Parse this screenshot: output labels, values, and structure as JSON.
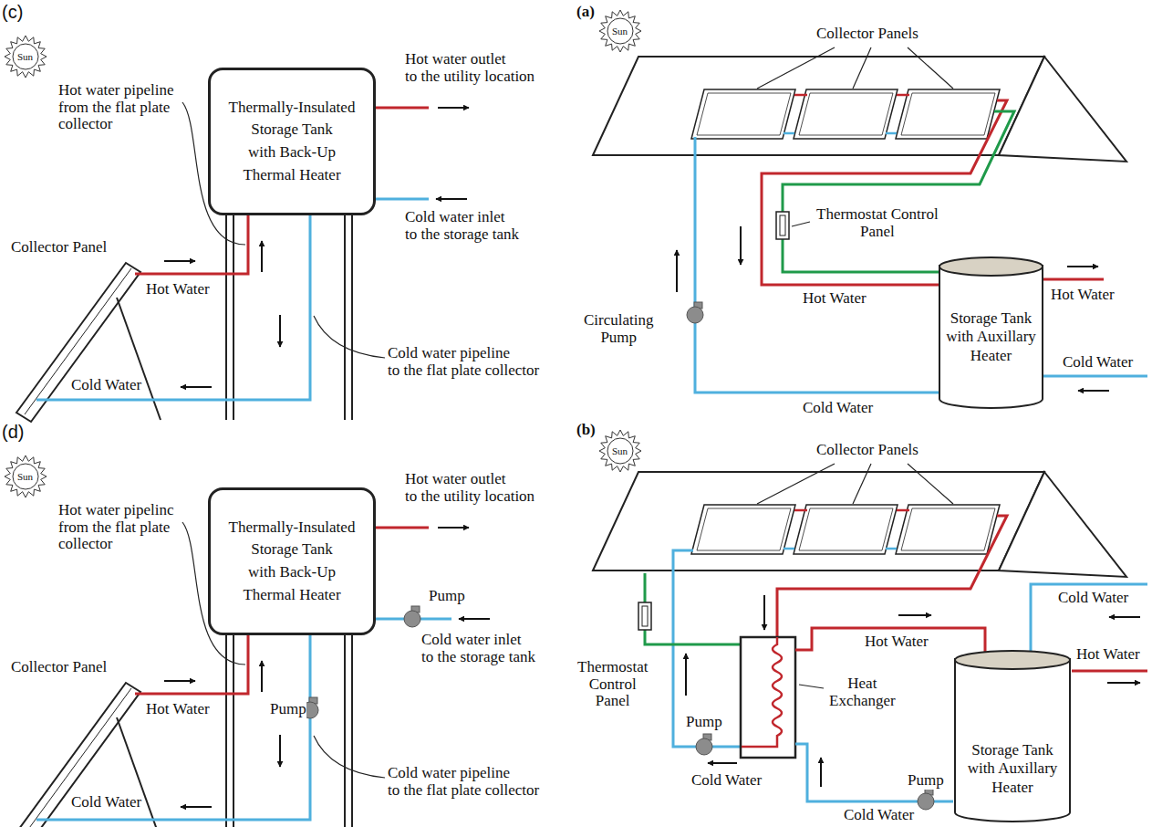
{
  "diagram": {
    "nodes": [
      {
        "text": [
          "Thermally-Insulated Storage Tank with Back-Up Thermal Heater"
        ]
      },
      {
        "text": [
          "Storage Tank with Auxillary Heater"
        ]
      },
      {
        "text": [
          "Thermally-Insulated Storage Tank with Back-Up Thermal Heater"
        ]
      },
      {
        "text": [
          "Storage Tank with Auxillary Heater"
        ]
      }
    ],
    "labels": [
      "(c)",
      "Sun",
      "Hot water outlet to the utility location",
      "Hot water pipeline from the flat plate collector",
      "Cold water inlet to the storage tank",
      "Collector Panel",
      "Hot Water",
      "Cold water pipeline to the flat plate collector",
      "Cold Water",
      "(a)",
      "Sun",
      "Collector Panels",
      "Thermostat Control Panel",
      "Hot Water",
      "Hot Water",
      "Circulating Pump",
      "Cold Water",
      "Cold Water",
      "(d)",
      "Sun",
      "Hot water outlet to the utility location",
      "Hot water pipelinc from the flat plate collector",
      "Pump",
      "Cold water inlet to the storage tank",
      "Collector Panel",
      "Hot Water",
      "Pump",
      "Cold water pipeline to the flat plate collector",
      "Cold Water",
      "(b)",
      "Sun",
      "Collector Panels",
      "Hot Water",
      "Cold Water",
      "Hot Water",
      "Heat Exchanger",
      "Thermostat Control Panel",
      "Pump",
      "Cold Water",
      "Pump",
      "Cold Water"
    ]
  }
}
